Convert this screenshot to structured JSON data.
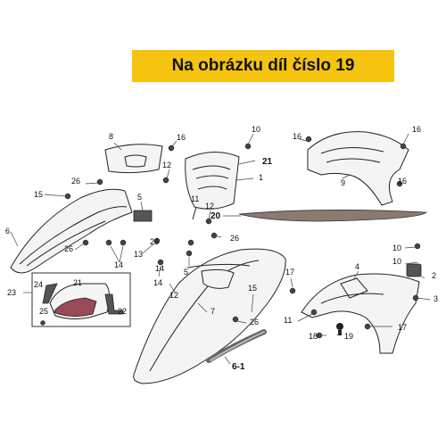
{
  "banner": {
    "text": "Na obrázku díl číslo 19"
  },
  "highlighted_part": "19",
  "callouts": {
    "c10a": "10",
    "c8": "8",
    "c16a": "16",
    "c16b": "16",
    "c16c": "16",
    "c16d": "16",
    "c21a": "21",
    "c12a": "12",
    "c1": "1",
    "c9": "9",
    "c26a": "26",
    "c11a": "11",
    "c15a": "15",
    "c5": "5",
    "c12b": "12",
    "c6": "6",
    "c26b": "26",
    "c26c": "26",
    "c26d": "26",
    "c14a": "14",
    "c13": "13",
    "c20": "20",
    "c10b": "10",
    "c10c": "10",
    "c2": "2",
    "c12c": "12",
    "c14b": "14",
    "c5b": "5",
    "c17a": "17",
    "c4": "4",
    "c24": "24",
    "c21b": "21",
    "c3": "3",
    "c23": "23",
    "c15b": "15",
    "c14c": "14",
    "c26e": "26",
    "c25": "25",
    "c22": "22",
    "c7": "7",
    "c11b": "11",
    "c17b": "17",
    "c18": "18",
    "c19": "19",
    "c6_1": "6-1"
  }
}
